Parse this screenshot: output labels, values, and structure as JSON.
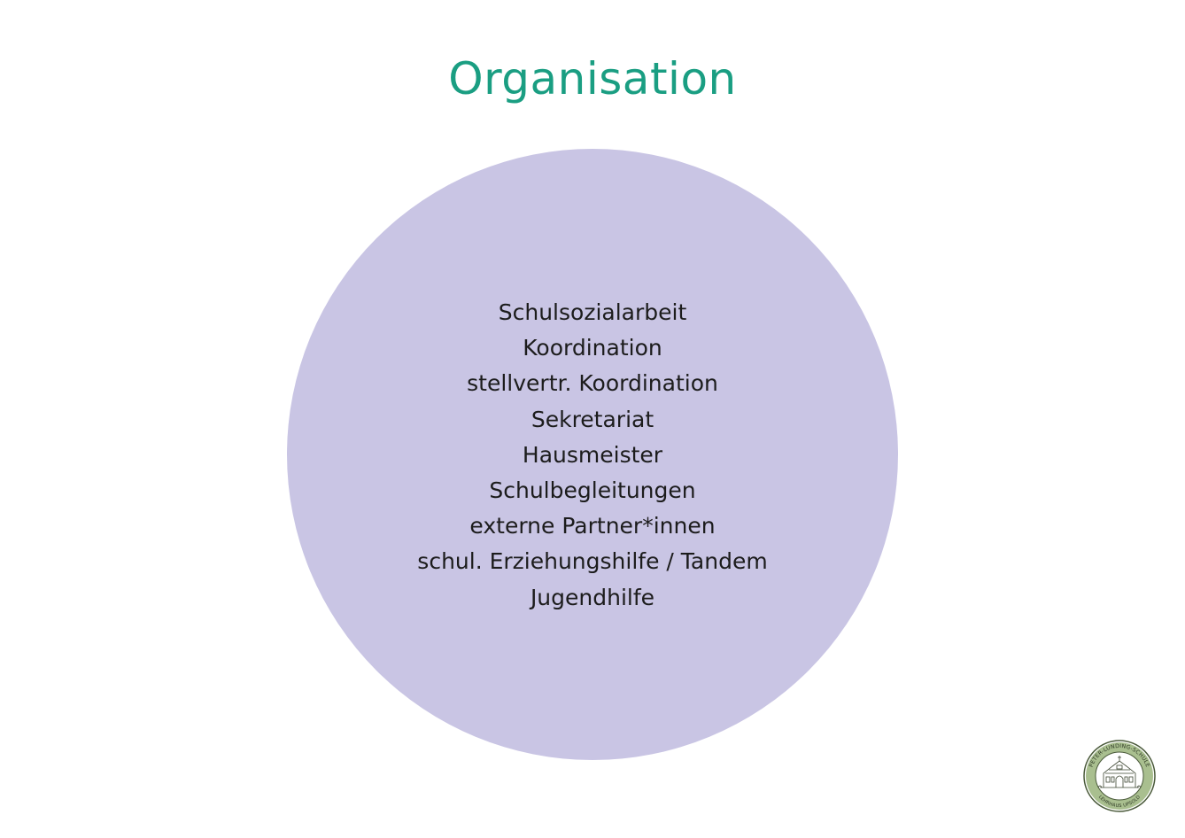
{
  "title": "Organisation",
  "items": [
    "Schulsozialarbeit",
    "Koordination",
    "stellvertr. Koordination",
    "Sekretariat",
    "Hausmeister",
    "Schulbegleitungen",
    "externe Partner*innen",
    "schul. Erziehungshilfe / Tandem",
    "Jugendhilfe"
  ],
  "seal": {
    "icon": "school-seal-icon",
    "text_top": "PETER-LUNDING-SCHULE",
    "text_bottom": "LEHRHAUS UPSOLD"
  },
  "colors": {
    "title": "#1a9e82",
    "circle": "#c9c5e4",
    "seal_fill": "#a9bf8f",
    "seal_ring": "#4a5a3a"
  }
}
